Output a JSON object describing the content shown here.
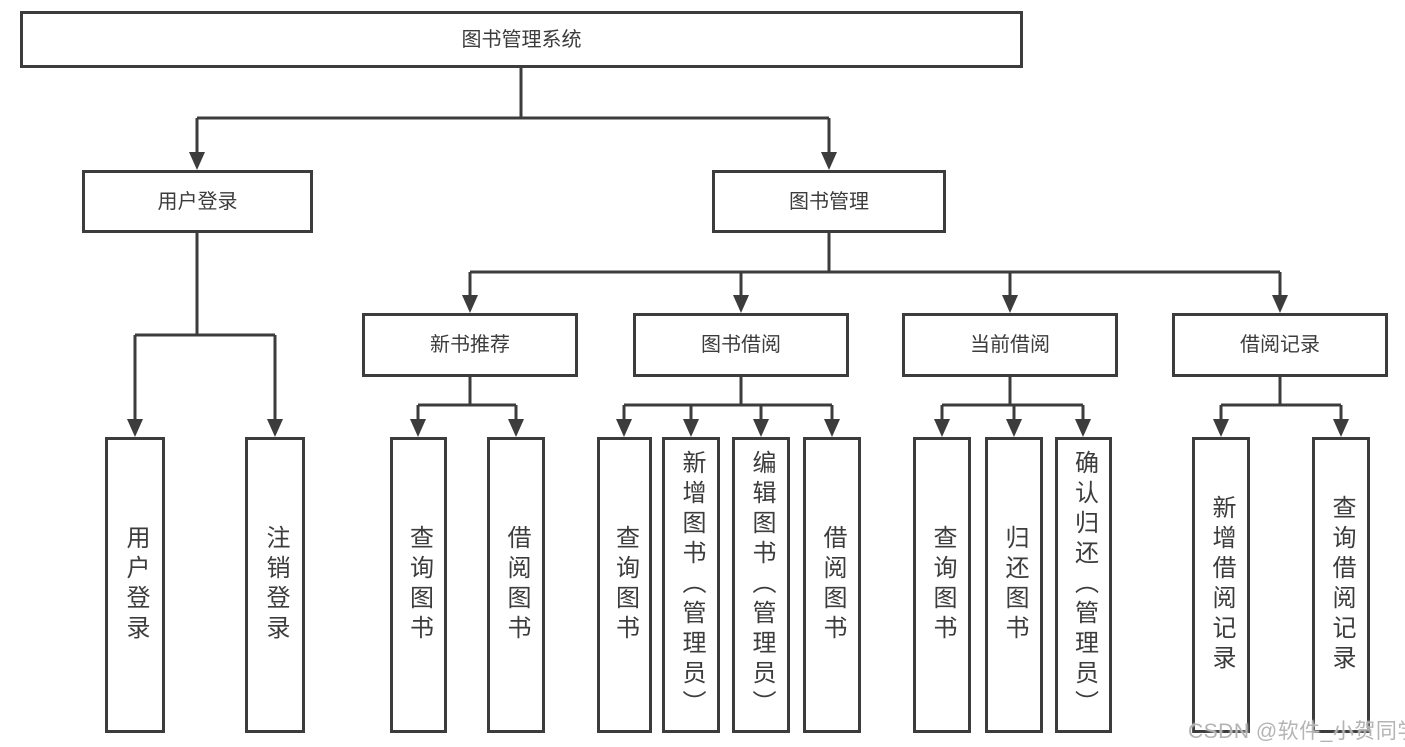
{
  "diagram": {
    "title": "图书管理系统",
    "type": "hierarchy-tree",
    "colors": {
      "ink": "#3c3c3c",
      "background": "#ffffff",
      "watermark": "#b4b4b4"
    },
    "watermark": "CSDN @软件_小贺同学",
    "nodes": {
      "root": {
        "label": "图书管理系统"
      },
      "user_login": {
        "label": "用户登录"
      },
      "book_mgmt": {
        "label": "图书管理"
      },
      "new_book": {
        "label": "新书推荐"
      },
      "borrow": {
        "label": "图书借阅"
      },
      "current": {
        "label": "当前借阅"
      },
      "record": {
        "label": "借阅记录"
      },
      "leaf_user_login": {
        "label": "用户登录"
      },
      "leaf_logout": {
        "label": "注销登录"
      },
      "leaf_query1": {
        "label": "查询图书"
      },
      "leaf_borrow1": {
        "label": "借阅图书"
      },
      "leaf_query2": {
        "label": "查询图书"
      },
      "leaf_add_book": {
        "label": "新增图书（管理员）"
      },
      "leaf_edit_book": {
        "label": "编辑图书（管理员）"
      },
      "leaf_borrow2": {
        "label": "借阅图书"
      },
      "leaf_query3": {
        "label": "查询图书"
      },
      "leaf_return": {
        "label": "归还图书"
      },
      "leaf_confirm_return": {
        "label": "确认归还（管理员）"
      },
      "leaf_add_record": {
        "label": "新增借阅记录"
      },
      "leaf_query_record": {
        "label": "查询借阅记录"
      }
    },
    "edges": [
      {
        "from": "root",
        "to": [
          "user_login",
          "book_mgmt"
        ]
      },
      {
        "from": "user_login",
        "to": [
          "leaf_user_login",
          "leaf_logout"
        ]
      },
      {
        "from": "book_mgmt",
        "to": [
          "new_book",
          "borrow",
          "current",
          "record"
        ]
      },
      {
        "from": "new_book",
        "to": [
          "leaf_query1",
          "leaf_borrow1"
        ]
      },
      {
        "from": "borrow",
        "to": [
          "leaf_query2",
          "leaf_add_book",
          "leaf_edit_book",
          "leaf_borrow2"
        ]
      },
      {
        "from": "current",
        "to": [
          "leaf_query3",
          "leaf_return",
          "leaf_confirm_return"
        ]
      },
      {
        "from": "record",
        "to": [
          "leaf_add_record",
          "leaf_query_record"
        ]
      }
    ]
  }
}
